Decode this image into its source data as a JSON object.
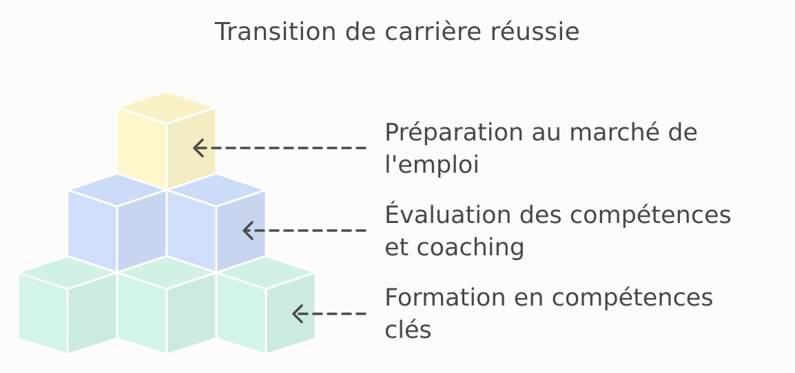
{
  "diagram": {
    "title": "Transition de carrière réussie",
    "tiers": [
      {
        "line1": "Préparation au marché de",
        "line2": "l'emploi",
        "color": "#fdf6ca"
      },
      {
        "line1": "Évaluation des compétences",
        "line2": "et coaching",
        "color": "#cfdefb"
      },
      {
        "line1": "Formation en compétences",
        "line2": "clés",
        "color": "#d3f5e6"
      }
    ]
  }
}
